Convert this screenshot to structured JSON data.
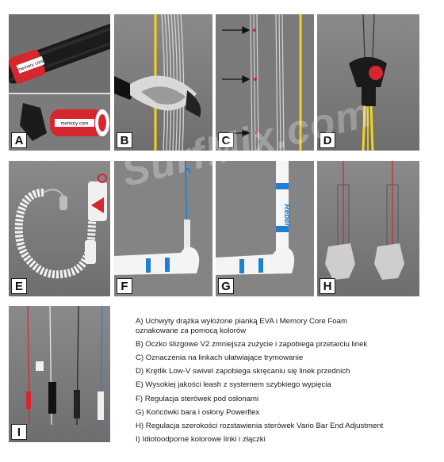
{
  "watermark": {
    "text": "SurfMix.com"
  },
  "panels": [
    {
      "letter": "A"
    },
    {
      "letter": "B"
    },
    {
      "letter": "C"
    },
    {
      "letter": "D"
    },
    {
      "letter": "E"
    },
    {
      "letter": "F"
    },
    {
      "letter": "G"
    },
    {
      "letter": "H"
    },
    {
      "letter": "I"
    }
  ],
  "product_prints": {
    "grip_label": "memory core",
    "bar_brand": "Rebel"
  },
  "features": [
    "A) Uchwyty drążka wyłożone pianką EVA i Memory Core Foam",
    "oznakowane za pomocą kolorów",
    "B) Oczko ślizgowe V2 zmniejsza zużycie i zapobiega przetarciu linek",
    "C) Oznaczenia na linkach ułatwiające trymowanie",
    "D) Krętlik Low-V swivel zapobiega skręcaniu się linek przednich",
    "E) Wysokiej jakości leash z systemem szybkiego wypięcia",
    "F) Regulacja sterówek pod osłonami",
    "G) Końcówki bara i osłony Powerflex",
    "H) Regulacja szerokości rozstawienia sterówek Vario Bar End Adjustment",
    "I) Idiotoodporne kolorowe linki i złączki"
  ],
  "colors": {
    "panel_bg": "#7d7d7d",
    "accent_red": "#d6262e",
    "accent_blue": "#1f7fd0",
    "line_yellow": "#f2d21b"
  }
}
